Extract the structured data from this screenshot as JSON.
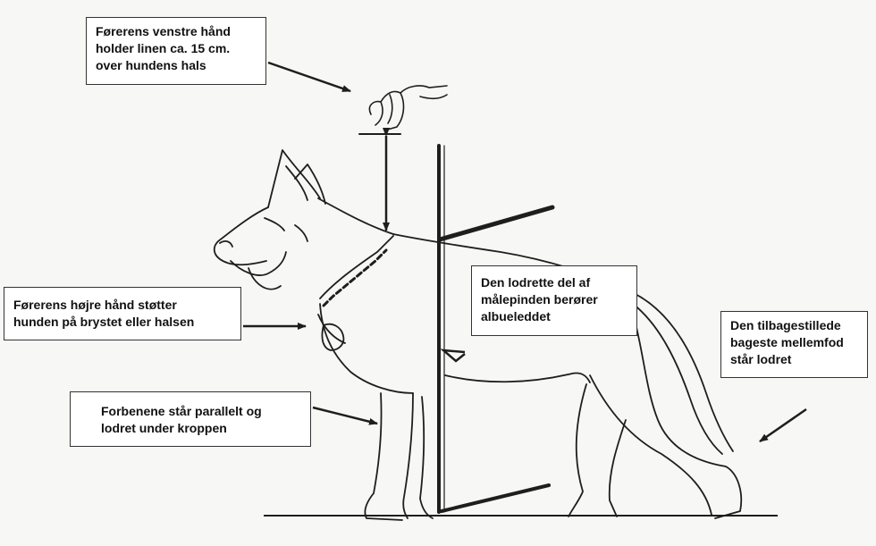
{
  "diagram": {
    "callouts": {
      "handler_left_hand": [
        "Førerens venstre hånd",
        "holder linen ca. 15 cm.",
        "over hundens hals"
      ],
      "handler_right_hand": [
        "Førerens højre hånd støtter",
        "hunden på brystet eller halsen"
      ],
      "measuring_stick": [
        "Den lodrette del af",
        "målepinden berører",
        "albueleddet"
      ],
      "hind_leg": [
        "Den tilbagestillede",
        "bageste mellemfod",
        "står lodret"
      ],
      "forelegs": [
        "Forbenene står parallelt og",
        "lodret under kroppen"
      ]
    },
    "colors": {
      "ink": "#1e1e1e",
      "paper": "#f7f7f5",
      "box": "#ffffff"
    }
  }
}
